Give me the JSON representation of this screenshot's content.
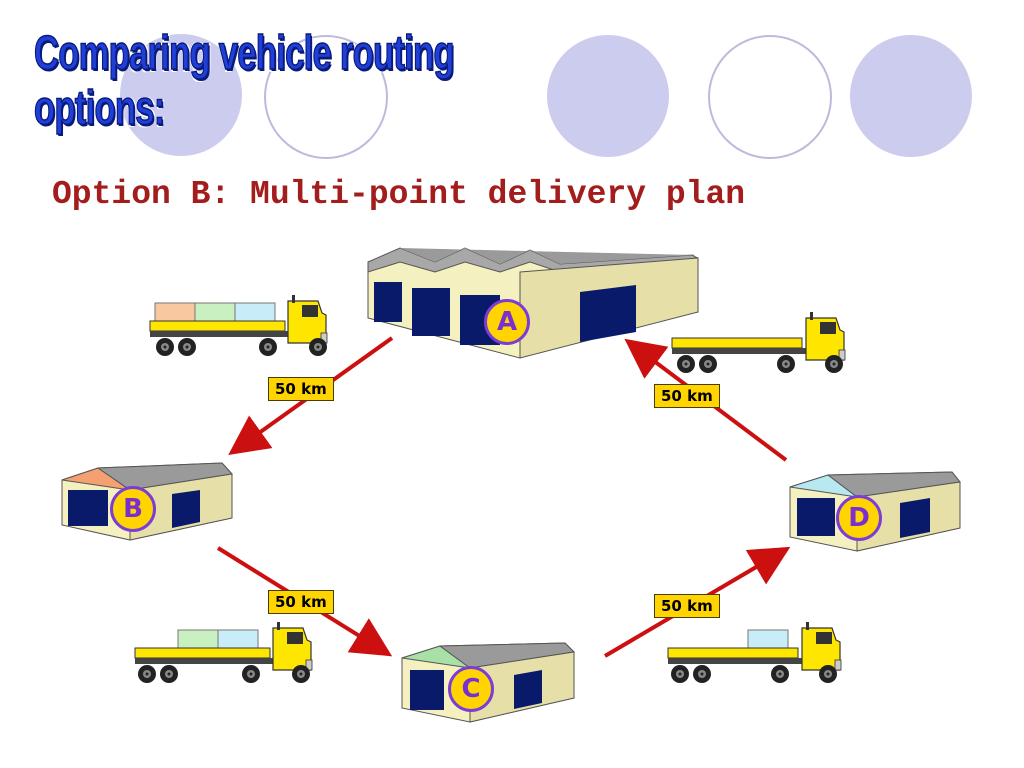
{
  "title": "Comparing vehicle routing options:",
  "subtitle": "Option B: Multi-point delivery plan",
  "depots": {
    "a": "A",
    "b": "B",
    "c": "C",
    "d": "D"
  },
  "distances": {
    "a_to_b": "50 km",
    "b_to_c": "50 km",
    "c_to_d": "50 km",
    "d_to_a": "50 km"
  },
  "colors": {
    "title": "#1f3fd6",
    "subtitle": "#a31d1d",
    "arrow": "#cc1010",
    "label_bg": "#ffd400",
    "letter_ring": "#7a3dd6",
    "circle_fill": "#ccccee",
    "circle_stroke": "#bbbbdd"
  }
}
